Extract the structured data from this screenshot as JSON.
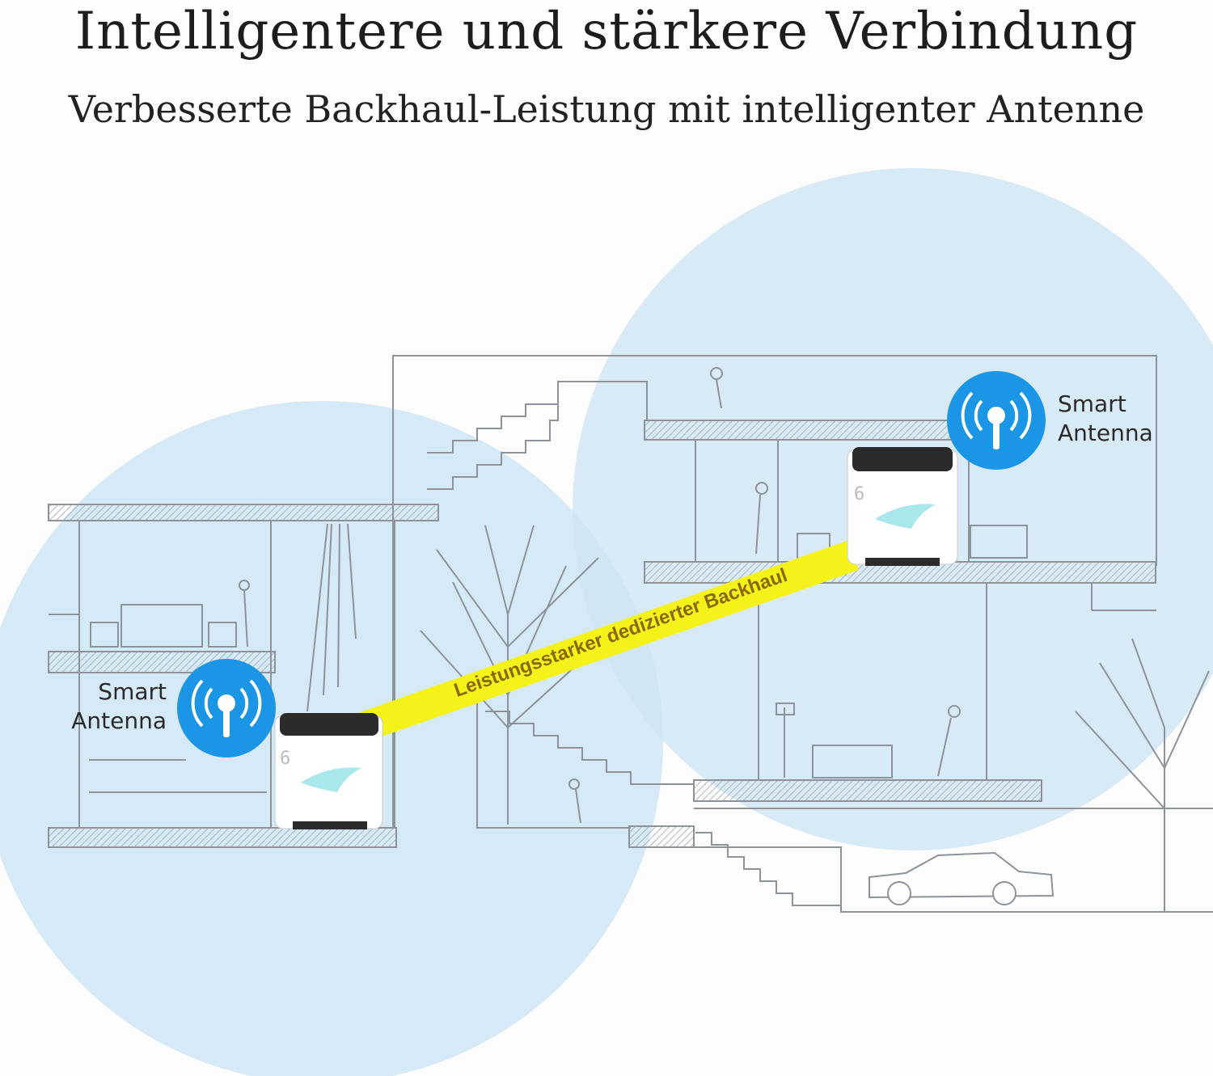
{
  "header": {
    "title": "Intelligentere und stärkere Verbindung",
    "subtitle": "Verbesserte Backhaul-Leistung mit intelligenter Antenne"
  },
  "antennas": {
    "left": {
      "line1": "Smart",
      "line2": "Antenna",
      "icon": "antenna-icon"
    },
    "right": {
      "line1": "Smart",
      "line2": "Antenna",
      "icon": "antenna-icon"
    }
  },
  "backhaul": {
    "label": "Leistungsstarker dedizierter Backhaul"
  },
  "colors": {
    "coverage": "#cfe5f5",
    "antenna_badge": "#1b95e6",
    "backhaul_band": "#f5f21a",
    "backhaul_text": "#8a6a00",
    "line_art": "#8c939a"
  }
}
